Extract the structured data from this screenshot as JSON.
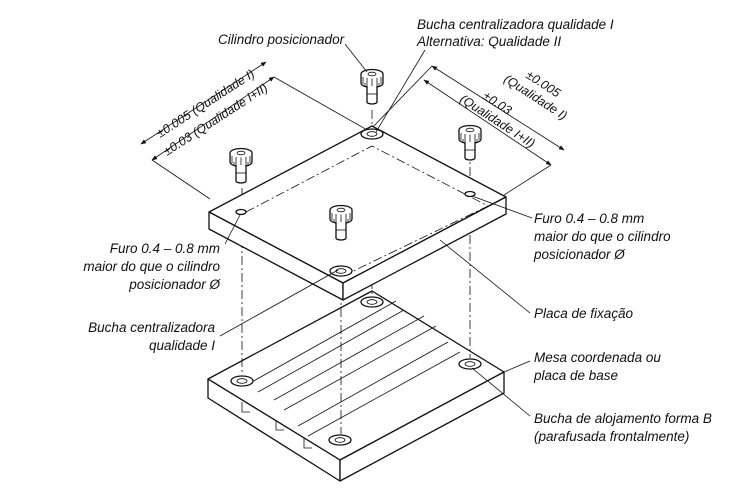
{
  "labels": {
    "cilindro": "Cilindro posicionador",
    "bucha_top_1": "Bucha centralizadora qualidade I",
    "bucha_top_2": "Alternativa: Qualidade II",
    "tol_left_1": "±0.005 (Qualidade I)",
    "tol_left_2": "±0.03 (Qualidade I+II)",
    "tol_right_1": "±0.005",
    "tol_right_2": "(Qualidade I)",
    "tol_right_3": "±0.03",
    "tol_right_4": "(Qualidade I+II)",
    "furo_left_1": "Furo 0.4 – 0.8 mm",
    "furo_left_2": "maior do que o cilindro",
    "furo_left_3": "posicionador Ø",
    "furo_right_1": "Furo 0.4 – 0.8 mm",
    "furo_right_2": "maior do que o cilindro",
    "furo_right_3": "posicionador Ø",
    "placa": "Placa de fixação",
    "bucha_left_1": "Bucha centralizadora",
    "bucha_left_2": "qualidade I",
    "mesa_1": "Mesa coordenada ou",
    "mesa_2": "placa de base",
    "aloj_1": "Bucha de alojamento forma B",
    "aloj_2": "(parafusada frontalmente)"
  }
}
